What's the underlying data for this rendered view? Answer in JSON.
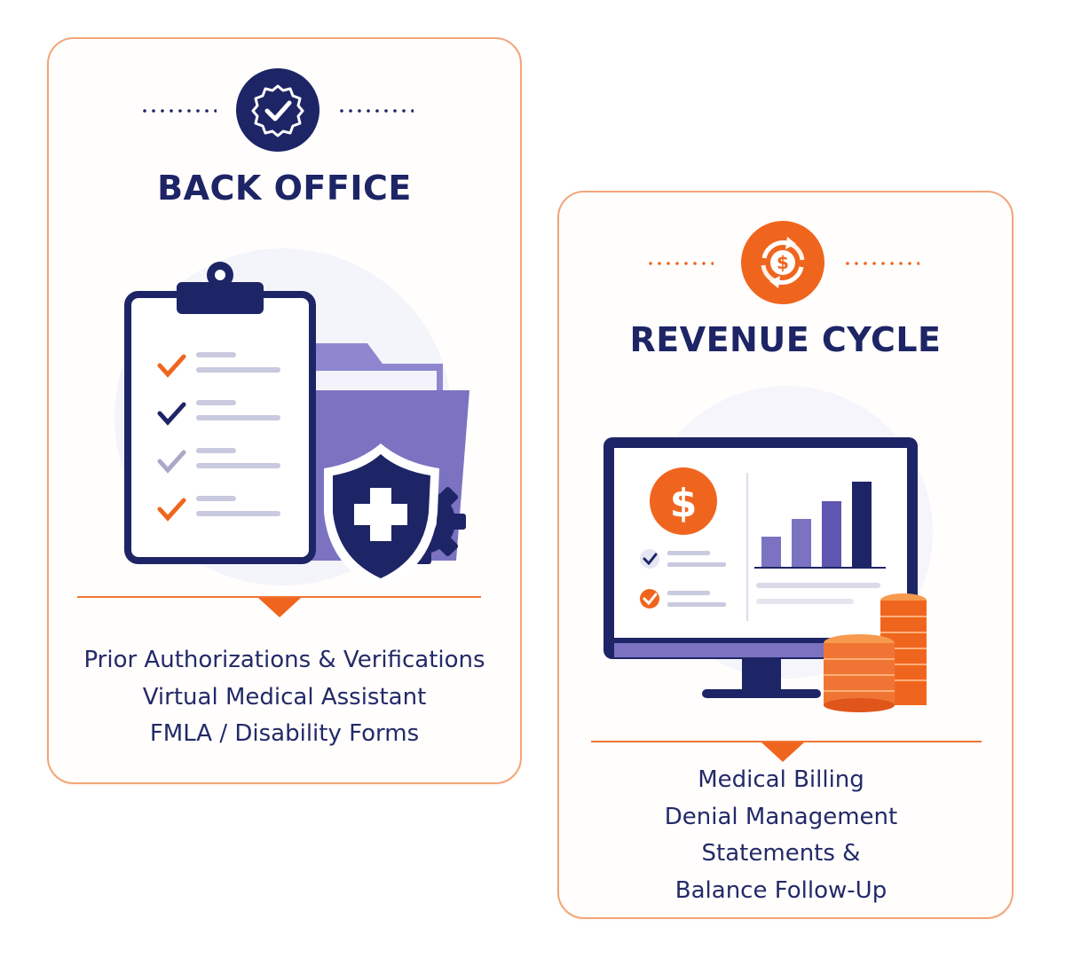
{
  "cards": [
    {
      "title": "BACK OFFICE",
      "badge_icon": "verified-check-badge-icon",
      "illustration": "clipboard-checklist-folder-shield-gear",
      "accent": "#1e2566",
      "items": [
        "Prior Authorizations & Verifications",
        "Virtual Medical Assistant",
        "FMLA / Disability Forms"
      ]
    },
    {
      "title": "REVENUE CYCLE",
      "badge_icon": "dollar-cycle-icon",
      "illustration": "monitor-dollar-bar-chart-coins",
      "accent": "#f0651e",
      "items": [
        "Medical Billing",
        "Denial Management",
        "Statements &",
        "Balance Follow-Up"
      ]
    }
  ],
  "colors": {
    "navy": "#1e2566",
    "orange": "#f0651e",
    "lavender": "#7b73c2",
    "border": "#f2a679"
  }
}
